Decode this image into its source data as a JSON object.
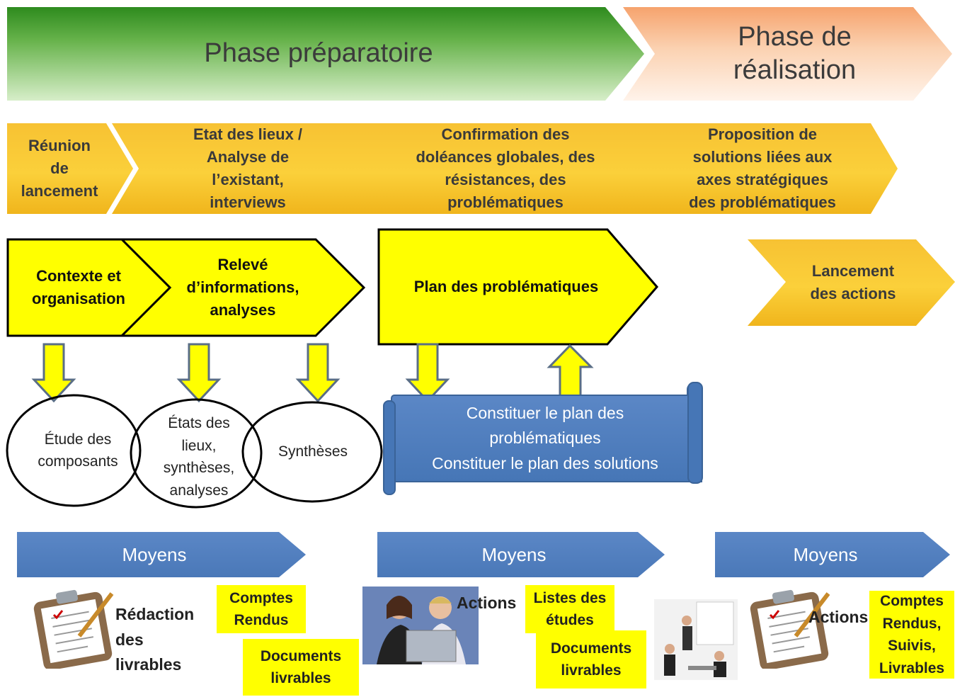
{
  "phases": [
    {
      "label": "Phase préparatoire"
    },
    {
      "label": "Phase de\nréalisation"
    }
  ],
  "steps": [
    {
      "label": "Réunion\nde\nlancement"
    },
    {
      "label": "Etat des lieux /\nAnalyse de\nl’existant,\ninterviews"
    },
    {
      "label": "Confirmation  des\ndoléances globales, des\nrésistances,  des\nproblématiques"
    },
    {
      "label": "Proposition  de\nsolutions  liées aux\naxes stratégiques\ndes problématiques"
    }
  ],
  "process": [
    {
      "label": "Contexte et\norganisation"
    },
    {
      "label": "Relevé\nd’informations,\nanalyses"
    },
    {
      "label": "Plan des problématiques"
    },
    {
      "label": "Lancement\ndes actions"
    }
  ],
  "ellipses": [
    {
      "label": "Étude des\ncomposants"
    },
    {
      "label": "États des\nlieux,\nsynthèses,\nanalyses"
    },
    {
      "label": "Synthèses"
    }
  ],
  "scroll": {
    "label": "Constituer  le plan des\nproblématiques\nConstituer  le plan des solutions"
  },
  "moyens": [
    {
      "label": "Moyens"
    },
    {
      "label": "Moyens"
    },
    {
      "label": "Moyens"
    }
  ],
  "deliverables": {
    "redaction": "Rédaction\ndes\nlivrables",
    "comptes_rendus_1": "Comptes\nRendus",
    "documents_1": "Documents\nlivrables",
    "actions_1": "Actions",
    "listes": "Listes des\nétudes",
    "documents_2": "Documents\nlivrables",
    "actions_2": "Actions",
    "comptes_rendus_2": "Comptes\nRendus,\nSuivis,\nLivrables"
  },
  "colors": {
    "phase_green": "#4a9e2f",
    "phase_orange": "#f8b88b",
    "step_orange": "#f9c62c",
    "process_yellow": "#ffff00",
    "arrow_yellow": "#ffff00",
    "blue": "#4f7fc0"
  }
}
